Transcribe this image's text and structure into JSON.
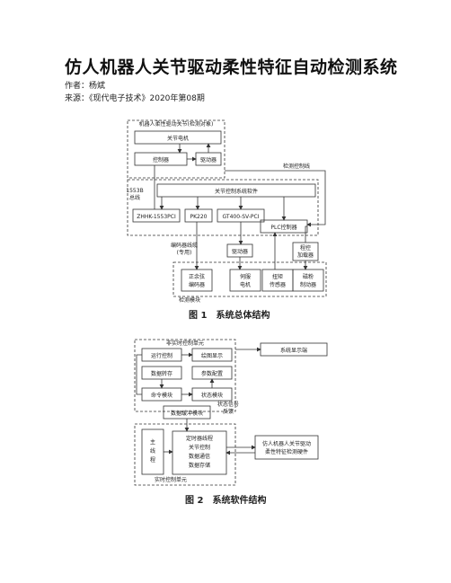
{
  "paper": {
    "title": "仿人机器人关节驱动柔性特征自动检测系统",
    "author": "作者：杨斌",
    "source": "来源：《现代电子技术》2020年第08期"
  },
  "fig1": {
    "caption": "图 1　系统总体结构",
    "top_group": "机器人柔性驱动关节(检测对象)",
    "joint_motor": "关节电机",
    "controller": "控制器",
    "driver": "驱动器",
    "detect_ctrl_line": "检测控制线",
    "bus_label": "1553B\n总线",
    "software": "关节控制系统软件",
    "card1": "ZHHK-1553PCI",
    "card2": "PK220",
    "card3": "GT400-SV-PCI",
    "plc": "PLC控制器",
    "encoder_cable": "编码器线缆\n(专用)",
    "driver2": "驱动器",
    "program_ctrl": "程控\n加载器",
    "enc": "正余弦\n编码器",
    "servo": "伺服\n电机",
    "sensor": "扭矩\n传感器",
    "loader": "磁粉\n制动器",
    "detect_module": "检测模块"
  },
  "fig2": {
    "caption": "图 2　系统软件结构",
    "nonrt": "非实时控制单元",
    "run_ctrl": "运行控制",
    "plot": "绘图显示",
    "data_save": "数据转存",
    "param": "参数配置",
    "display": "系统显示端",
    "cmd": "命令模块",
    "status": "状态模块",
    "buffer": "数据缓冲模块",
    "feedback": "状态信号\n反馈",
    "main": "主\n线\n程",
    "timer": "定时器线程\n关节控制\n数据通信\n数据存储",
    "rt": "实时控制单元",
    "hw": "仿人机器人关节驱动\n柔性特征检测硬件"
  }
}
